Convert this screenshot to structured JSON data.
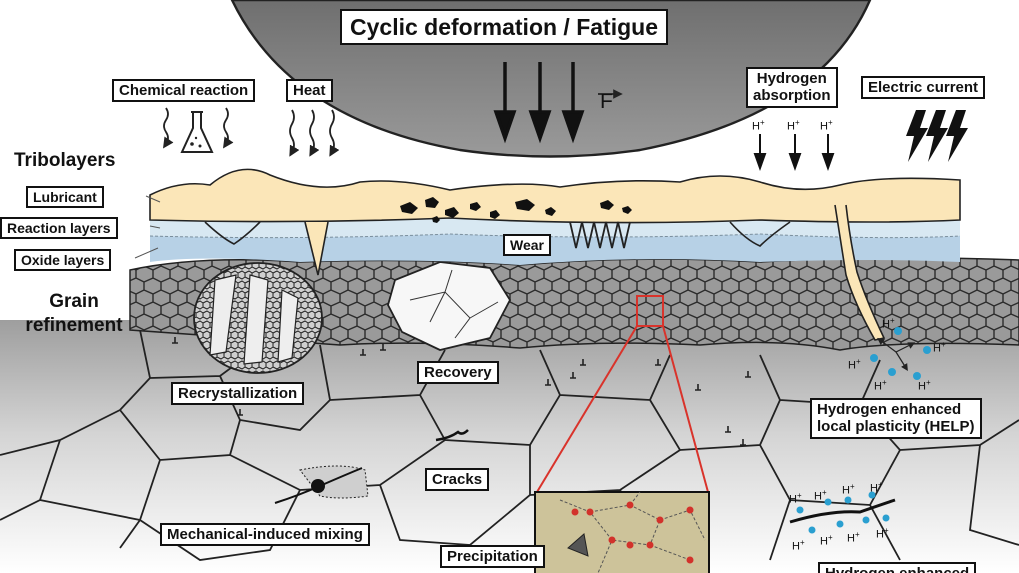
{
  "title": "Cyclic deformation / Fatigue",
  "force_symbol": "F",
  "external_loads": {
    "chemical_reaction": "Chemical reaction",
    "heat": "Heat",
    "hydrogen_absorption_line1": "Hydrogen",
    "hydrogen_absorption_line2": "absorption",
    "electric_current": "Electric current"
  },
  "hydrogen_ion": "H",
  "hydrogen_charge": "+",
  "layers": {
    "tribolayers": "Tribolayers",
    "lubricant": "Lubricant",
    "reaction_layers": "Reaction layers",
    "oxide_layers": "Oxide layers",
    "grain_refinement_line1": "Grain",
    "grain_refinement_line2": "refinement"
  },
  "mechanisms": {
    "wear": "Wear",
    "recrystallization": "Recrystallization",
    "recovery": "Recovery",
    "cracks": "Cracks",
    "mechanical_mixing": "Mechanical-induced mixing",
    "precipitation": "Precipitation",
    "help_line1": "Hydrogen enhanced",
    "help_line2": "local plasticity (HELP)",
    "hydrogen_enhanced_cut": "Hydrogen enhanced"
  },
  "colors": {
    "counterbody": "#8d8d8d",
    "lubricant": "#fbe6b8",
    "reaction_layer": "#d8e8f2",
    "oxide_layer": "#b7d1e6",
    "fine_grains": "#8a8a8a",
    "coarse_grains": "#b9b9b9",
    "hydrogen_dot": "#2a9fd0",
    "precipitate_dot": "#d2322b",
    "inset_bg": "#cdc39a",
    "zoom_box": "#d9332b"
  }
}
